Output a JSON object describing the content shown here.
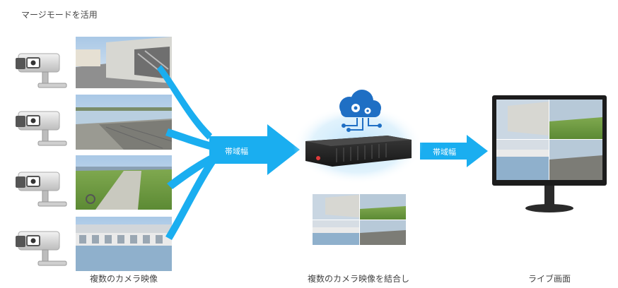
{
  "title": "マージモードを活用",
  "arrow_label_left": "帯域幅",
  "arrow_label_right": "帯域幅",
  "caption_cameras": "複数のカメラ映像",
  "caption_recorder": "複数のカメラ映像を結合し",
  "caption_monitor": "ライブ画面",
  "colors": {
    "arrow": "#1aaef0",
    "cloud": "#1f6fc4",
    "recorder_glow": "#9fd6f7",
    "device_body": "#2a2a2a",
    "camera_body": "#d9d9d9"
  },
  "icons": [
    "camera-icon",
    "cloud-gear-icon",
    "network-icon"
  ]
}
